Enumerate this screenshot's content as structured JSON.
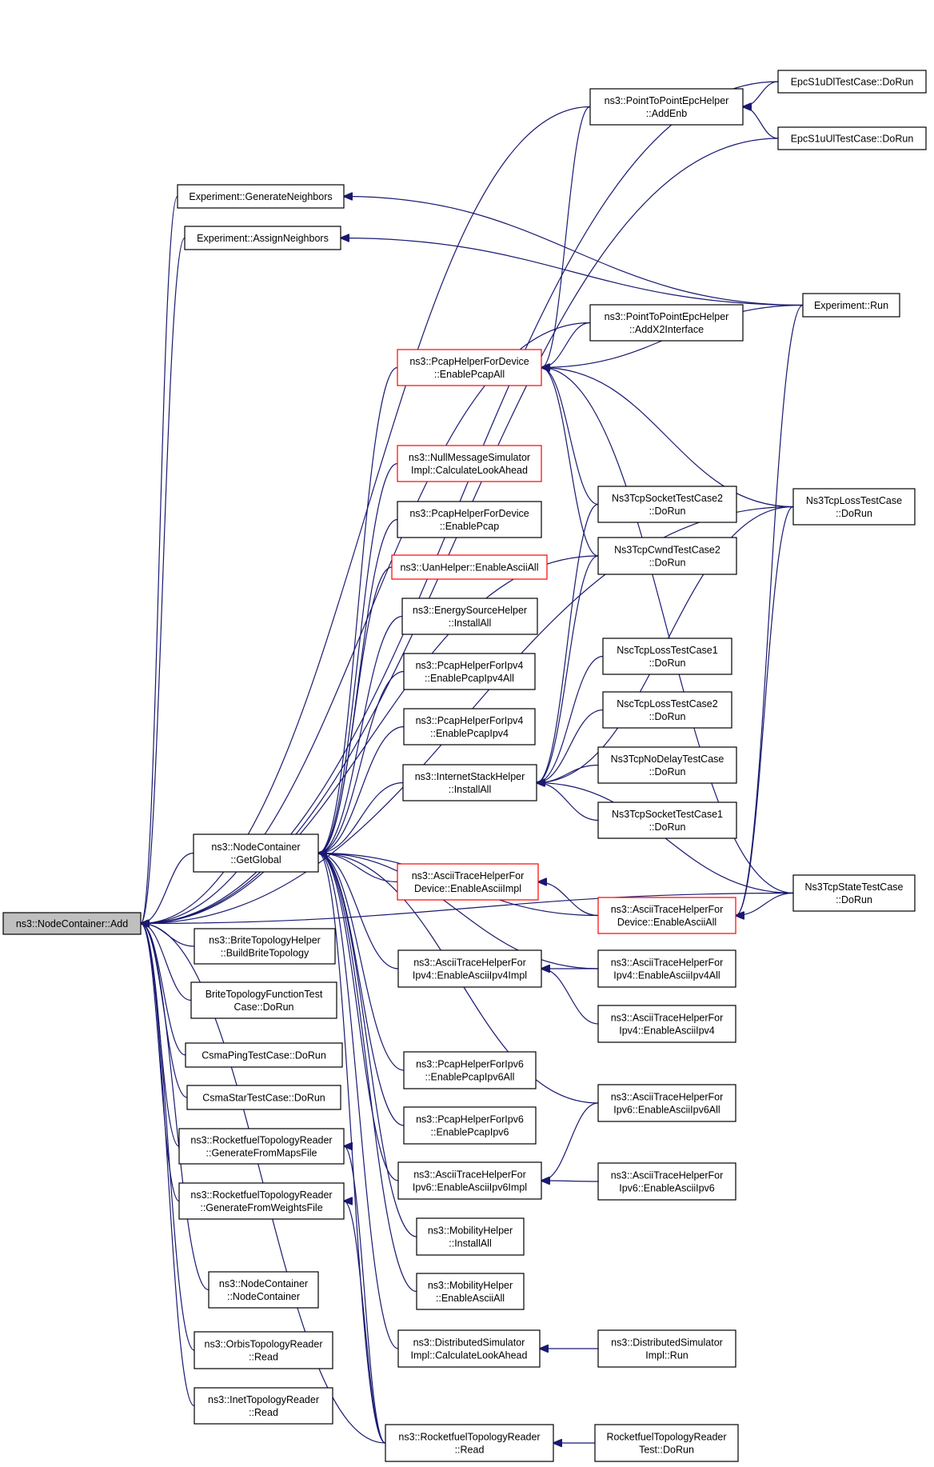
{
  "graph": {
    "nodes": [
      {
        "id": "root",
        "lines": [
          "ns3::NodeContainer::Add"
        ],
        "style": "root"
      },
      {
        "id": "epcDl",
        "lines": [
          "EpcS1uDlTestCase::DoRun"
        ],
        "style": "normal"
      },
      {
        "id": "addEnb",
        "lines": [
          "ns3::PointToPointEpcHelper",
          "::AddEnb"
        ],
        "style": "normal"
      },
      {
        "id": "epcUl",
        "lines": [
          "EpcS1uUlTestCase::DoRun"
        ],
        "style": "normal"
      },
      {
        "id": "genNeigh",
        "lines": [
          "Experiment::GenerateNeighbors"
        ],
        "style": "normal"
      },
      {
        "id": "assignNeigh",
        "lines": [
          "Experiment::AssignNeighbors"
        ],
        "style": "normal"
      },
      {
        "id": "expRun",
        "lines": [
          "Experiment::Run"
        ],
        "style": "normal"
      },
      {
        "id": "addX2",
        "lines": [
          "ns3::PointToPointEpcHelper",
          "::AddX2Interface"
        ],
        "style": "normal"
      },
      {
        "id": "pcapAll",
        "lines": [
          "ns3::PcapHelperForDevice",
          "::EnablePcapAll"
        ],
        "style": "red"
      },
      {
        "id": "nullMsg",
        "lines": [
          "ns3::NullMessageSimulator",
          "Impl::CalculateLookAhead"
        ],
        "style": "red"
      },
      {
        "id": "pcapDev",
        "lines": [
          "ns3::PcapHelperForDevice",
          "::EnablePcap"
        ],
        "style": "normal"
      },
      {
        "id": "uanAscii",
        "lines": [
          "ns3::UanHelper::EnableAsciiAll"
        ],
        "style": "red"
      },
      {
        "id": "energy",
        "lines": [
          "ns3::EnergySourceHelper",
          "::InstallAll"
        ],
        "style": "normal"
      },
      {
        "id": "pcapIpv4All",
        "lines": [
          "ns3::PcapHelperForIpv4",
          "::EnablePcapIpv4All"
        ],
        "style": "normal"
      },
      {
        "id": "pcapIpv4",
        "lines": [
          "ns3::PcapHelperForIpv4",
          "::EnablePcapIpv4"
        ],
        "style": "normal"
      },
      {
        "id": "inetStack",
        "lines": [
          "ns3::InternetStackHelper",
          "::InstallAll"
        ],
        "style": "normal"
      },
      {
        "id": "getGlobal",
        "lines": [
          "ns3::NodeContainer",
          "::GetGlobal"
        ],
        "style": "normal"
      },
      {
        "id": "nsSock2",
        "lines": [
          "Ns3TcpSocketTestCase2",
          "::DoRun"
        ],
        "style": "normal"
      },
      {
        "id": "nsCwnd2",
        "lines": [
          "Ns3TcpCwndTestCase2",
          "::DoRun"
        ],
        "style": "normal"
      },
      {
        "id": "nsLoss",
        "lines": [
          "Ns3TcpLossTestCase",
          "::DoRun"
        ],
        "style": "normal"
      },
      {
        "id": "nscLoss1",
        "lines": [
          "NscTcpLossTestCase1",
          "::DoRun"
        ],
        "style": "normal"
      },
      {
        "id": "nscLoss2",
        "lines": [
          "NscTcpLossTestCase2",
          "::DoRun"
        ],
        "style": "normal"
      },
      {
        "id": "nsNoDelay",
        "lines": [
          "Ns3TcpNoDelayTestCase",
          "::DoRun"
        ],
        "style": "normal"
      },
      {
        "id": "nsSock1",
        "lines": [
          "Ns3TcpSocketTestCase1",
          "::DoRun"
        ],
        "style": "normal"
      },
      {
        "id": "asciiDevImpl",
        "lines": [
          "ns3::AsciiTraceHelperFor",
          "Device::EnableAsciiImpl"
        ],
        "style": "red"
      },
      {
        "id": "asciiDevAll",
        "lines": [
          "ns3::AsciiTraceHelperFor",
          "Device::EnableAsciiAll"
        ],
        "style": "red"
      },
      {
        "id": "nsState",
        "lines": [
          "Ns3TcpStateTestCase",
          "::DoRun"
        ],
        "style": "normal"
      },
      {
        "id": "brite",
        "lines": [
          "ns3::BriteTopologyHelper",
          "::BuildBriteTopology"
        ],
        "style": "normal"
      },
      {
        "id": "briteTest",
        "lines": [
          "BriteTopologyFunctionTest",
          "Case::DoRun"
        ],
        "style": "normal"
      },
      {
        "id": "ascii4Impl",
        "lines": [
          "ns3::AsciiTraceHelperFor",
          "Ipv4::EnableAsciiIpv4Impl"
        ],
        "style": "normal"
      },
      {
        "id": "ascii4All",
        "lines": [
          "ns3::AsciiTraceHelperFor",
          "Ipv4::EnableAsciiIpv4All"
        ],
        "style": "normal"
      },
      {
        "id": "ascii4",
        "lines": [
          "ns3::AsciiTraceHelperFor",
          "Ipv4::EnableAsciiIpv4"
        ],
        "style": "normal"
      },
      {
        "id": "csmaPing",
        "lines": [
          "CsmaPingTestCase::DoRun"
        ],
        "style": "normal"
      },
      {
        "id": "csmaStar",
        "lines": [
          "CsmaStarTestCase::DoRun"
        ],
        "style": "normal"
      },
      {
        "id": "pcap6All",
        "lines": [
          "ns3::PcapHelperForIpv6",
          "::EnablePcapIpv6All"
        ],
        "style": "normal"
      },
      {
        "id": "ascii6All",
        "lines": [
          "ns3::AsciiTraceHelperFor",
          "Ipv6::EnableAsciiIpv6All"
        ],
        "style": "normal"
      },
      {
        "id": "rfMaps",
        "lines": [
          "ns3::RocketfuelTopologyReader",
          "::GenerateFromMapsFile"
        ],
        "style": "normal"
      },
      {
        "id": "pcap6",
        "lines": [
          "ns3::PcapHelperForIpv6",
          "::EnablePcapIpv6"
        ],
        "style": "normal"
      },
      {
        "id": "ascii6Impl",
        "lines": [
          "ns3::AsciiTraceHelperFor",
          "Ipv6::EnableAsciiIpv6Impl"
        ],
        "style": "normal"
      },
      {
        "id": "ascii6",
        "lines": [
          "ns3::AsciiTraceHelperFor",
          "Ipv6::EnableAsciiIpv6"
        ],
        "style": "normal"
      },
      {
        "id": "rfWeights",
        "lines": [
          "ns3::RocketfuelTopologyReader",
          "::GenerateFromWeightsFile"
        ],
        "style": "normal"
      },
      {
        "id": "mobInstall",
        "lines": [
          "ns3::MobilityHelper",
          "::InstallAll"
        ],
        "style": "normal"
      },
      {
        "id": "ncCtor",
        "lines": [
          "ns3::NodeContainer",
          "::NodeContainer"
        ],
        "style": "normal"
      },
      {
        "id": "mobAscii",
        "lines": [
          "ns3::MobilityHelper",
          "::EnableAsciiAll"
        ],
        "style": "normal"
      },
      {
        "id": "orbis",
        "lines": [
          "ns3::OrbisTopologyReader",
          "::Read"
        ],
        "style": "normal"
      },
      {
        "id": "distCalc",
        "lines": [
          "ns3::DistributedSimulator",
          "Impl::CalculateLookAhead"
        ],
        "style": "normal"
      },
      {
        "id": "distRun",
        "lines": [
          "ns3::DistributedSimulator",
          "Impl::Run"
        ],
        "style": "normal"
      },
      {
        "id": "inet",
        "lines": [
          "ns3::InetTopologyReader",
          "::Read"
        ],
        "style": "normal"
      },
      {
        "id": "rfRead",
        "lines": [
          "ns3::RocketfuelTopologyReader",
          "::Read"
        ],
        "style": "normal"
      },
      {
        "id": "rfTest",
        "lines": [
          "RocketfuelTopologyReader",
          "Test::DoRun"
        ],
        "style": "normal"
      }
    ],
    "edges": [
      [
        "epcDl",
        "addEnb"
      ],
      [
        "epcDl",
        "root"
      ],
      [
        "epcUl",
        "addEnb"
      ],
      [
        "epcUl",
        "root"
      ],
      [
        "addEnb",
        "root"
      ],
      [
        "addEnb",
        "pcapAll"
      ],
      [
        "expRun",
        "genNeigh"
      ],
      [
        "expRun",
        "assignNeigh"
      ],
      [
        "expRun",
        "pcapAll"
      ],
      [
        "genNeigh",
        "root"
      ],
      [
        "assignNeigh",
        "root"
      ],
      [
        "addX2",
        "root"
      ],
      [
        "addX2",
        "pcapAll"
      ],
      [
        "nsLoss",
        "root"
      ],
      [
        "nsLoss",
        "pcapAll"
      ],
      [
        "nsLoss",
        "inetStack"
      ],
      [
        "nsSock2",
        "pcapAll"
      ],
      [
        "nsSock2",
        "inetStack"
      ],
      [
        "nsCwnd2",
        "pcapAll"
      ],
      [
        "nsCwnd2",
        "inetStack"
      ],
      [
        "nsCwnd2",
        "root"
      ],
      [
        "nscLoss1",
        "inetStack"
      ],
      [
        "nscLoss2",
        "inetStack"
      ],
      [
        "nsNoDelay",
        "inetStack"
      ],
      [
        "nsSock1",
        "inetStack"
      ],
      [
        "nsState",
        "pcapAll"
      ],
      [
        "nsState",
        "inetStack"
      ],
      [
        "nsState",
        "asciiDevAll"
      ],
      [
        "pcapAll",
        "getGlobal"
      ],
      [
        "nullMsg",
        "getGlobal"
      ],
      [
        "pcapDev",
        "getGlobal"
      ],
      [
        "uanAscii",
        "getGlobal"
      ],
      [
        "energy",
        "getGlobal"
      ],
      [
        "pcapIpv4All",
        "getGlobal"
      ],
      [
        "pcapIpv4",
        "getGlobal"
      ],
      [
        "inetStack",
        "getGlobal"
      ],
      [
        "asciiDevImpl",
        "getGlobal"
      ],
      [
        "asciiDevAll",
        "asciiDevImpl"
      ],
      [
        "asciiDevAll",
        "getGlobal"
      ],
      [
        "expRun",
        "asciiDevAll"
      ],
      [
        "nsLoss",
        "asciiDevAll"
      ],
      [
        "ascii4Impl",
        "getGlobal"
      ],
      [
        "ascii4All",
        "ascii4Impl"
      ],
      [
        "ascii4",
        "ascii4Impl"
      ],
      [
        "ascii4All",
        "getGlobal"
      ],
      [
        "pcap6All",
        "getGlobal"
      ],
      [
        "ascii6All",
        "ascii6Impl"
      ],
      [
        "ascii6All",
        "getGlobal"
      ],
      [
        "pcap6",
        "getGlobal"
      ],
      [
        "ascii6Impl",
        "getGlobal"
      ],
      [
        "ascii6",
        "ascii6Impl"
      ],
      [
        "mobInstall",
        "getGlobal"
      ],
      [
        "mobAscii",
        "getGlobal"
      ],
      [
        "distCalc",
        "getGlobal"
      ],
      [
        "distRun",
        "distCalc"
      ],
      [
        "rfRead",
        "getGlobal"
      ],
      [
        "rfRead",
        "rfMaps"
      ],
      [
        "rfRead",
        "rfWeights"
      ],
      [
        "rfRead",
        "root"
      ],
      [
        "rfTest",
        "rfRead"
      ],
      [
        "nsState",
        "root"
      ],
      [
        "getGlobal",
        "root"
      ],
      [
        "brite",
        "root"
      ],
      [
        "briteTest",
        "root"
      ],
      [
        "csmaPing",
        "root"
      ],
      [
        "csmaStar",
        "root"
      ],
      [
        "rfMaps",
        "root"
      ],
      [
        "rfWeights",
        "root"
      ],
      [
        "ncCtor",
        "root"
      ],
      [
        "orbis",
        "root"
      ],
      [
        "inet",
        "root"
      ]
    ]
  }
}
